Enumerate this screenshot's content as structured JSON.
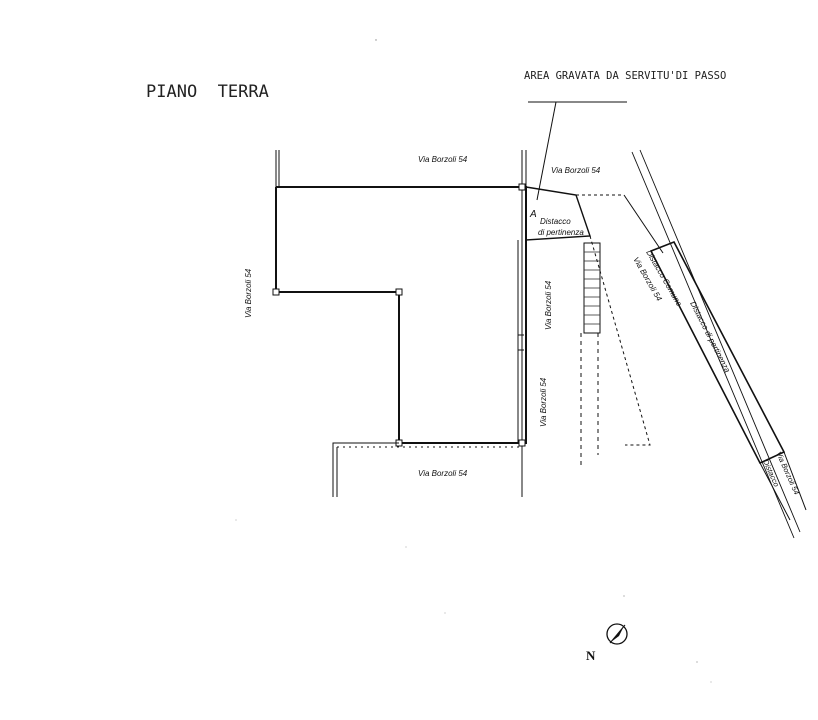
{
  "title": "PIANO  TERRA",
  "annotation": "AREA GRAVATA DA SERVITU'DI PASSO",
  "labels": {
    "via_top": "Via Borzoli 54",
    "via_top_right": "Via Borzoli 54",
    "via_left": "Via Borzoli 54",
    "via_center_upper": "Via Borzoli 54",
    "via_center_lower": "Via Borzoli 54",
    "via_bottom": "Via Borzoli 54",
    "distacco_line1": "Distacco",
    "distacco_line2": "di pertinenza",
    "distacco_comune": "Distacco Comune",
    "distacco_comune_via": "Via Borzoli 54",
    "distacco_pertinenza_strip": "Distacco di pertinenza",
    "strip_end_via": "Via Borzoli 54",
    "strip_end_distacco": "Distacco",
    "marker": "A"
  },
  "compass": {
    "letter": "N",
    "icon": "north-arrow-icon"
  },
  "colors": {
    "ink": "#111111",
    "paper": "#ffffff"
  }
}
